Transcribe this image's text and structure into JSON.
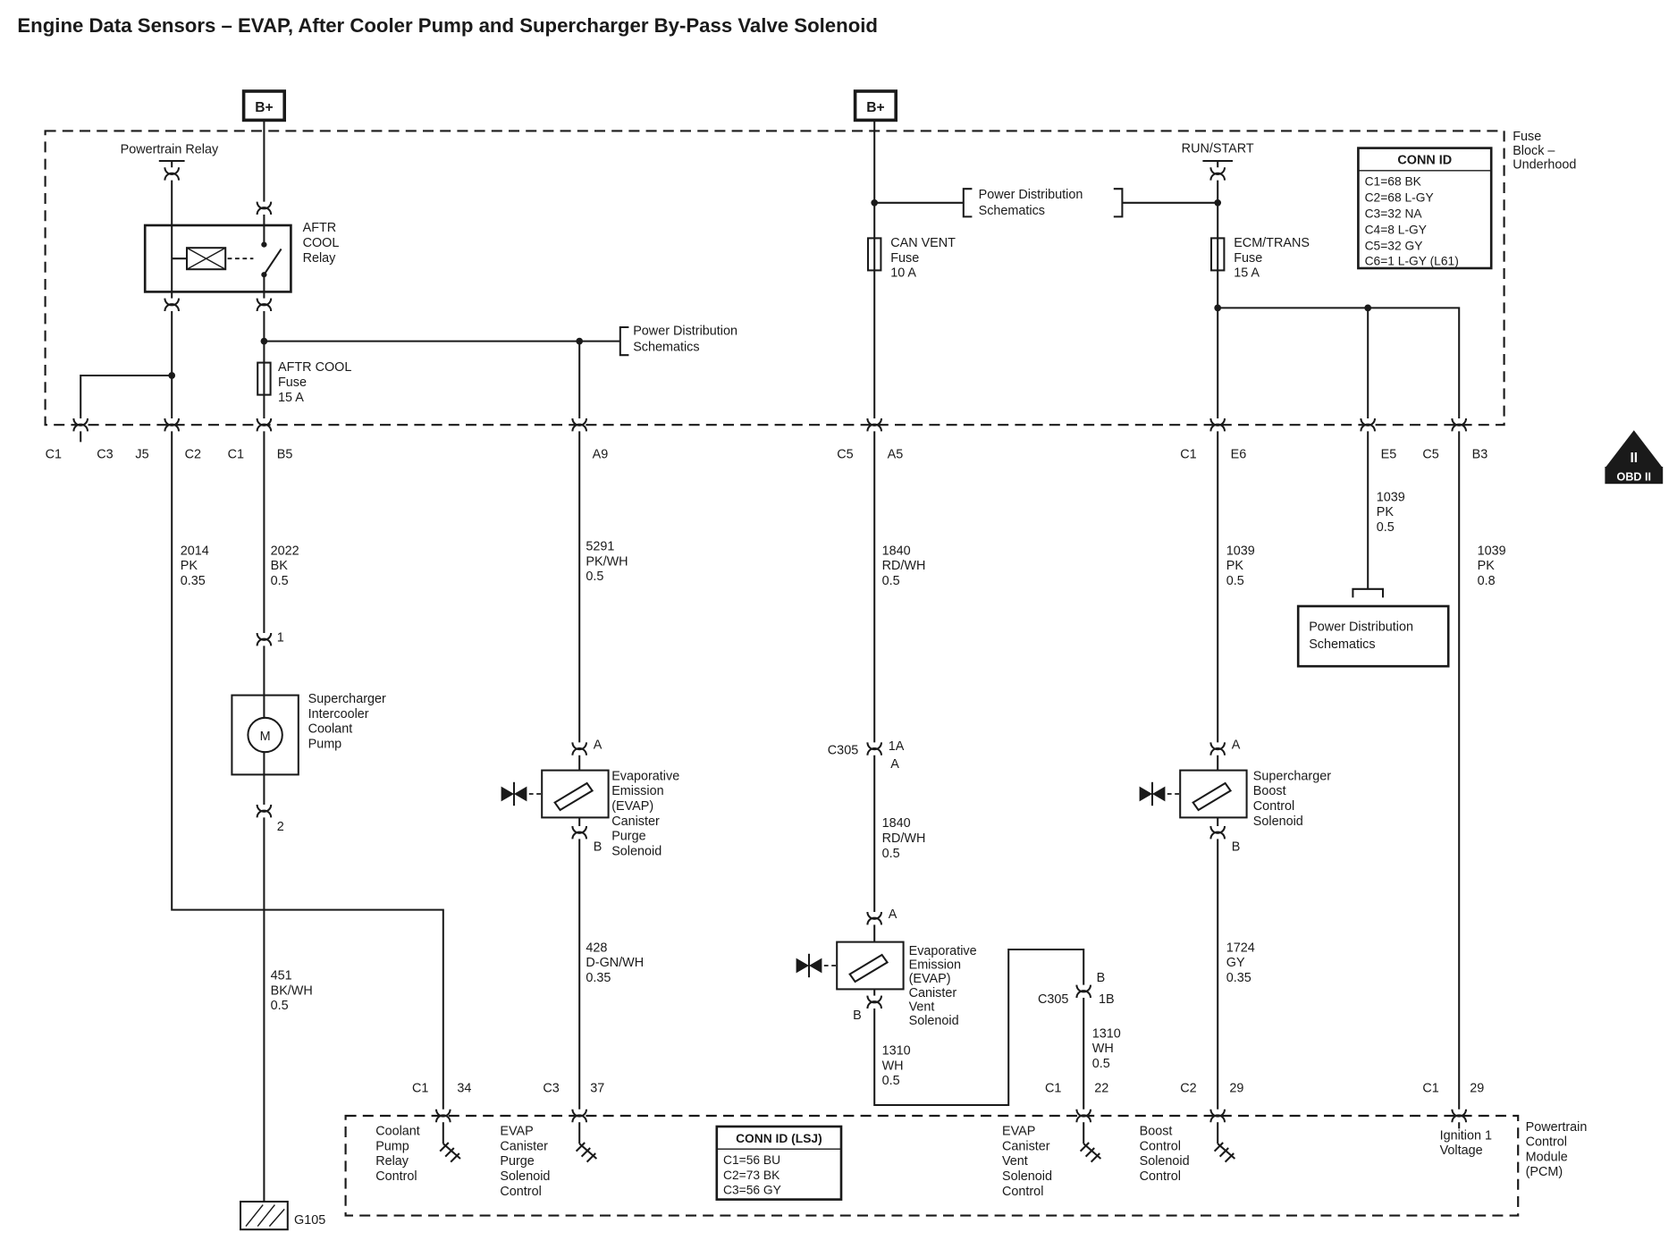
{
  "title": "Engine Data Sensors – EVAP, After Cooler Pump and Supercharger By-Pass Valve Solenoid",
  "supply": {
    "b_plus_left": "B+",
    "b_plus_center": "B+",
    "powertrain_relay": "Powertrain Relay",
    "run_start": "RUN/START"
  },
  "fuse_block_label": [
    "Fuse",
    "Block –",
    "Underhood"
  ],
  "power_dist_callout": [
    "Power Distribution",
    "Schematics"
  ],
  "relay_label": [
    "AFTR",
    "COOL",
    "Relay"
  ],
  "fuses": {
    "aftr_cool": [
      "AFTR COOL",
      "Fuse",
      "15 A"
    ],
    "can_vent": [
      "CAN VENT",
      "Fuse",
      "10 A"
    ],
    "ecm_trans": [
      "ECM/TRANS",
      "Fuse",
      "15 A"
    ]
  },
  "conn_id_underhood": {
    "title": "CONN ID",
    "rows": [
      "C1=68 BK",
      "C2=68 L-GY",
      "C3=32 NA",
      "C4=8 L-GY",
      "C5=32 GY",
      "C6=1 L-GY (L61)"
    ]
  },
  "conn_id_lsj": {
    "title": "CONN ID (LSJ)",
    "rows": [
      "C1=56 BU",
      "C2=73 BK",
      "C3=56 GY"
    ]
  },
  "bulkhead_pins": [
    "C1",
    "C3",
    "J5",
    "C2",
    "C1",
    "B5",
    "A9",
    "C5",
    "A5",
    "C1",
    "E6",
    "E5",
    "C5",
    "B3"
  ],
  "obd": {
    "triangle": "II",
    "label": "OBD II"
  },
  "wires": {
    "w2014": [
      "2014",
      "PK",
      "0.35"
    ],
    "w2022": [
      "2022",
      "BK",
      "0.5"
    ],
    "w5291": [
      "5291",
      "PK/WH",
      "0.5"
    ],
    "w1840_a": [
      "1840",
      "RD/WH",
      "0.5"
    ],
    "w1840_b": [
      "1840",
      "RD/WH",
      "0.5"
    ],
    "w1039_e6": [
      "1039",
      "PK",
      "0.5"
    ],
    "w1039_e5": [
      "1039",
      "PK",
      "0.5"
    ],
    "w1039_b3": [
      "1039",
      "PK",
      "0.8"
    ],
    "w1724": [
      "1724",
      "GY",
      "0.35"
    ],
    "w451": [
      "451",
      "BK/WH",
      "0.5"
    ],
    "w428": [
      "428",
      "D-GN/WH",
      "0.35"
    ],
    "w1310_a": [
      "1310",
      "WH",
      "0.5"
    ],
    "w1310_b": [
      "1310",
      "WH",
      "0.5"
    ]
  },
  "components": {
    "pump": {
      "label": [
        "Supercharger",
        "Intercooler",
        "Coolant",
        "Pump"
      ],
      "motor": "M",
      "pin_top": "1",
      "pin_bottom": "2"
    },
    "purge": {
      "label": [
        "Evaporative",
        "Emission",
        "(EVAP)",
        "Canister",
        "Purge",
        "Solenoid"
      ],
      "pin_top": "A",
      "pin_bottom": "B"
    },
    "vent": {
      "label": [
        "Evaporative",
        "Emission",
        "(EVAP)",
        "Canister",
        "Vent",
        "Solenoid"
      ],
      "pin_top": "A",
      "pin_bottom": "B"
    },
    "boost": {
      "label": [
        "Supercharger",
        "Boost",
        "Control",
        "Solenoid"
      ],
      "pin_top": "A",
      "pin_bottom": "B"
    }
  },
  "c305": {
    "name": "C305",
    "top_in": "1A",
    "top_out": "A",
    "bottom_in": "B",
    "bottom_out": "1B"
  },
  "pcm": {
    "label": [
      "Powertrain",
      "Control",
      "Module",
      "(PCM)"
    ],
    "pins": {
      "coolant": [
        "C1",
        "34"
      ],
      "purge": [
        "C3",
        "37"
      ],
      "vent": [
        "C1",
        "22"
      ],
      "boost": [
        "C2",
        "29"
      ],
      "ignition": [
        "C1",
        "29"
      ]
    },
    "functions": {
      "coolant": [
        "Coolant",
        "Pump",
        "Relay",
        "Control"
      ],
      "purge": [
        "EVAP",
        "Canister",
        "Purge",
        "Solenoid",
        "Control"
      ],
      "vent": [
        "EVAP",
        "Canister",
        "Vent",
        "Solenoid",
        "Control"
      ],
      "boost": [
        "Boost",
        "Control",
        "Solenoid",
        "Control"
      ],
      "ignition": [
        "Ignition 1",
        "Voltage"
      ]
    }
  },
  "ground_label": "G105",
  "colors": {
    "ink": "#1a1a1a",
    "background": "#ffffff"
  }
}
